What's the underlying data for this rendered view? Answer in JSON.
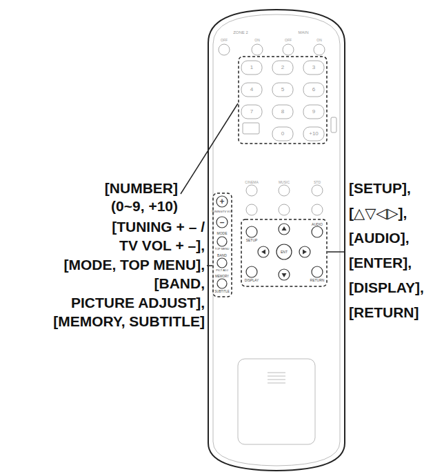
{
  "diagram": {
    "labels": [
      "[NUMBER]",
      "(0~9, +10)",
      "[TUNING + – /",
      "TV VOL + –],",
      "[MODE, TOP MENU],",
      "[BAND,",
      "PICTURE ADJUST],",
      "[MEMORY, SUBTITLE]",
      "[SETUP],",
      "[△▽◁▷],",
      "[AUDIO],",
      "[ENTER],",
      "[DISPLAY],",
      "[RETURN]",
      "ZONE 2",
      "MAIN",
      "OFF",
      "ON",
      "OFF",
      "ON",
      "1",
      "2",
      "3",
      "4",
      "5",
      "6",
      "7",
      "8",
      "9",
      "0",
      "+10",
      "+",
      "TUNING/TV VOL",
      "–",
      "MODE",
      "TOP MENU",
      "BAND",
      "PICT ADJ",
      "MEMORY",
      "SUBTITLE",
      "CINEMA",
      "MUSIC",
      "STD",
      "SETUP",
      "AUDIO",
      "ENT",
      "DISPLAY",
      "RETURN"
    ]
  }
}
